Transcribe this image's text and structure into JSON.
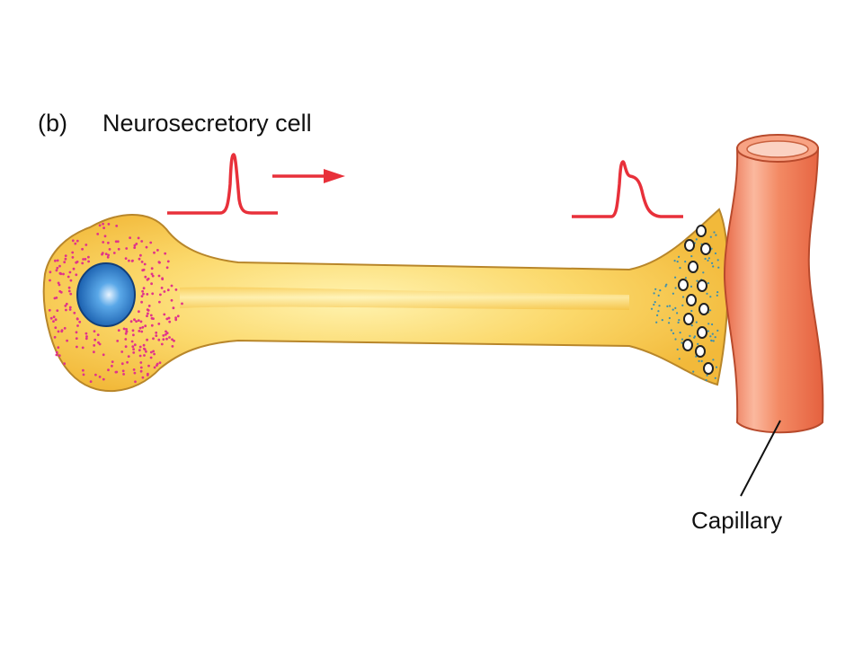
{
  "figure": {
    "panel_letter": "(b)",
    "title": "Neurosecretory cell",
    "capillary_label": "Capillary"
  },
  "colors": {
    "cell_body": "#f7c84a",
    "cell_highlight": "#fff3b0",
    "nucleus": "#1f6fc0",
    "granules": "#e0338a",
    "terminal_dots": "#3a8fb0",
    "action_potential": "#e8303a",
    "capillary": "#f07a55",
    "capillary_light": "#f9b39a"
  }
}
